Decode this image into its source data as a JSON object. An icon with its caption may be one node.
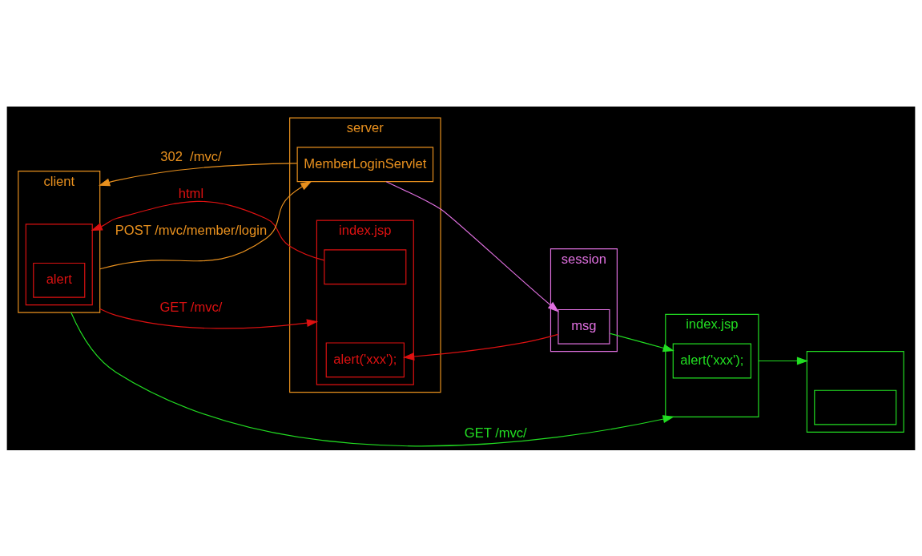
{
  "diagram": {
    "nodes": [
      {
        "text": [
          "client"
        ]
      },
      {
        "text": [
          "server"
        ]
      },
      {
        "text": [
          "session"
        ]
      },
      {
        "text": [
          "MemberLoginServlet"
        ],
        "in": 1
      },
      {
        "text": [
          "msg"
        ],
        "in": 2
      },
      {
        "text": [
          "index.jsp"
        ],
        "in": 1
      },
      {
        "text": [
          "alert('xxx');"
        ],
        "in": 5
      },
      {
        "text": [],
        "shape": "box",
        "in": 5
      },
      {
        "text": [],
        "shape": "box",
        "in": 0
      },
      {
        "text": [
          "alert"
        ],
        "in": 8
      },
      {
        "text": [
          "index.jsp"
        ]
      },
      {
        "text": [
          "alert('xxx');"
        ],
        "in": 10
      },
      {
        "text": [],
        "shape": "box"
      },
      {
        "text": [],
        "shape": "box",
        "in": 12
      }
    ],
    "edges": [
      {
        "from": 0,
        "to": 3,
        "arrow": "to",
        "label": "POST /mvc/member/login",
        "color": "#e8901e"
      },
      {
        "from": 3,
        "to": 0,
        "arrow": "to",
        "label": "302  /mvc/",
        "color": "#e8901e"
      },
      {
        "from": 3,
        "to": 4,
        "arrow": "to",
        "color": "#e070e0"
      },
      {
        "from": 0,
        "to": 5,
        "arrow": "to",
        "label": "GET /mvc/"
      },
      {
        "from": 4,
        "to": 6,
        "arrow": "to"
      },
      {
        "from": 7,
        "to": 8,
        "arrow": "to",
        "label": "html"
      },
      {
        "from": 0,
        "to": 10,
        "arrow": "to",
        "label": "GET /mvc/",
        "color": "#22dd22"
      },
      {
        "from": 4,
        "to": 11,
        "arrow": "to",
        "color": "#22dd22"
      },
      {
        "from": 10,
        "to": 12,
        "arrow": "to",
        "color": "#22dd22"
      }
    ]
  }
}
